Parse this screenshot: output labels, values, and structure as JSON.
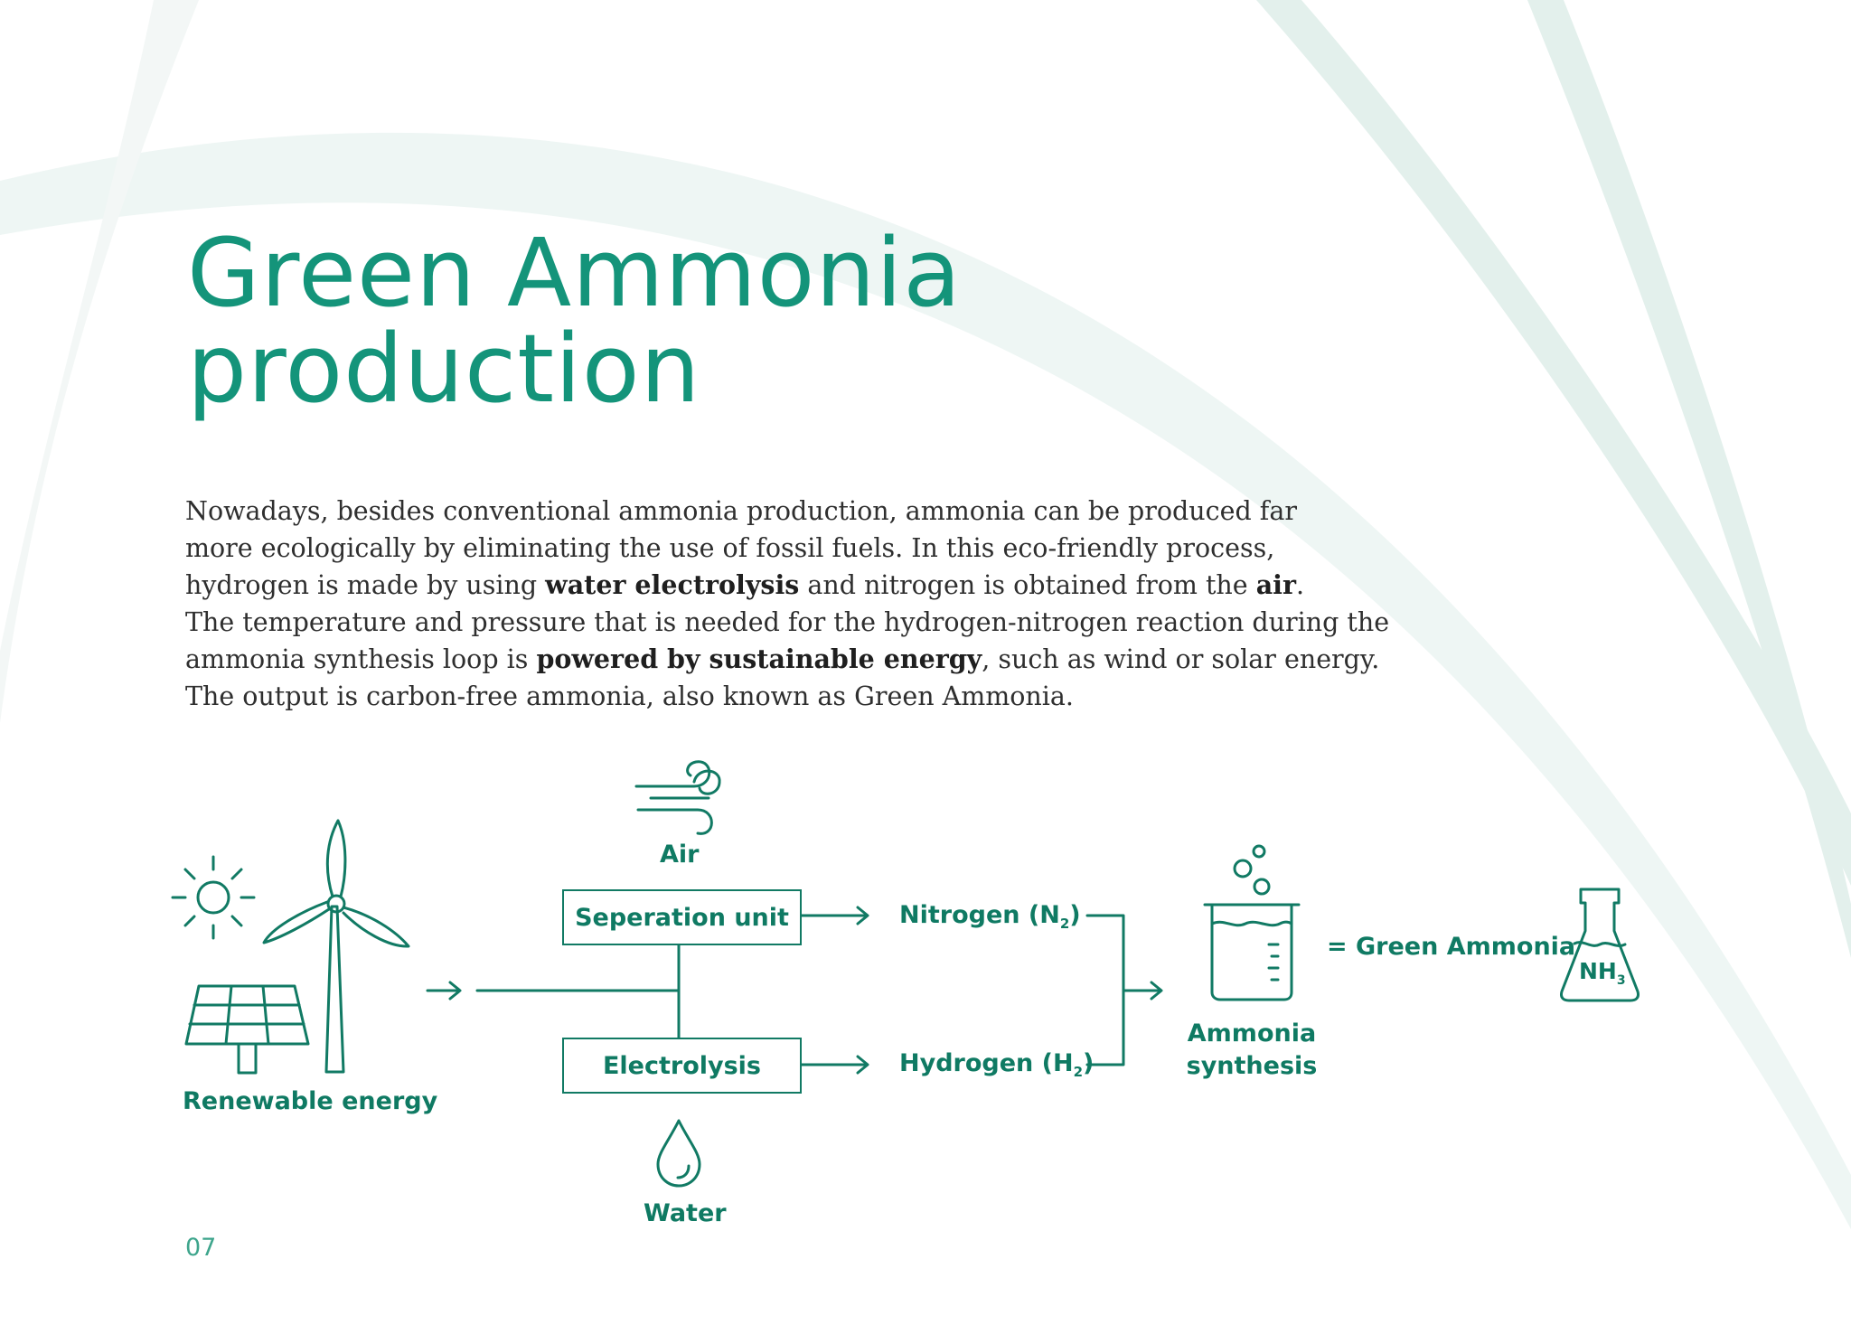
{
  "heading": {
    "line1": "Green Ammonia",
    "line2": "production"
  },
  "paragraph": {
    "line1": "Nowadays, besides conventional ammonia production, ammonia can be produced far",
    "line2": "more ecologically by eliminating the use of fossil fuels. In this eco-friendly process,",
    "line3_a": "hydrogen is made by using ",
    "line3_b": "water electrolysis",
    "line3_c": " and nitrogen is obtained from the ",
    "line3_d": "air",
    "line3_e": ".",
    "line4": "The temperature and pressure that is needed for the hydrogen-nitrogen reaction during the",
    "line5_a": "ammonia synthesis loop is ",
    "line5_b": "powered by sustainable energy",
    "line5_c": ", such as wind or solar energy.",
    "line6": "The output is carbon-free ammonia, also known as Green Ammonia."
  },
  "diagram": {
    "renewable_label": "Renewable energy",
    "air_label": "Air",
    "water_label": "Water",
    "separation_box": "Seperation unit",
    "electrolysis_box": "Electrolysis",
    "nitrogen_label": "Nitrogen (N",
    "nitrogen_sub": "2",
    "nitrogen_close": ")",
    "hydrogen_label": "Hydrogen (H",
    "hydrogen_sub": "2",
    "hydrogen_close": ")",
    "synthesis_line1": "Ammonia",
    "synthesis_line2": "synthesis",
    "result_label": "= Green Ammonia",
    "flask_text": "NH",
    "flask_sub": "3"
  },
  "page_number": "07",
  "colors": {
    "accent": "#14947a",
    "line": "#117a64",
    "background_swoosh": "#e6f2ef"
  },
  "icons": [
    "sun-icon",
    "wind-turbine-icon",
    "solar-panel-icon",
    "wind-icon",
    "water-drop-icon",
    "beaker-icon",
    "flask-icon"
  ]
}
